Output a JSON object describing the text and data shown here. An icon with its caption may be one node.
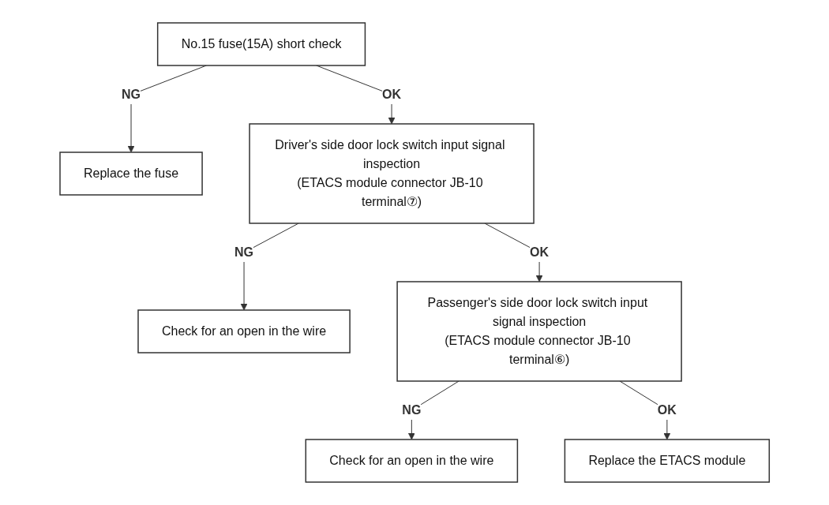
{
  "diagram": {
    "nodes": [
      {
        "text": [
          "No.15 fuse(15A) short check"
        ]
      },
      {
        "text": [
          "Replace the fuse"
        ]
      },
      {
        "text": [
          "Driver's side door lock switch input signal inspection",
          "(ETACS module connector JB-10 terminal⑦)"
        ]
      },
      {
        "text": [
          "Check for an open in the wire"
        ]
      },
      {
        "text": [
          "Passenger's side door lock switch input signal inspection",
          "(ETACS module connector JB-10 terminal⑥)"
        ]
      },
      {
        "text": [
          "Check for an open in the wire"
        ]
      },
      {
        "text": [
          "Replace the ETACS module"
        ]
      }
    ],
    "edges": [
      {
        "from": 0,
        "to": 1,
        "arrow": "to",
        "label": "NG"
      },
      {
        "from": 0,
        "to": 2,
        "arrow": "to",
        "label": "OK"
      },
      {
        "from": 2,
        "to": 3,
        "arrow": "to",
        "label": "NG"
      },
      {
        "from": 2,
        "to": 4,
        "arrow": "to",
        "label": "OK"
      },
      {
        "from": 4,
        "to": 5,
        "arrow": "to",
        "label": "NG"
      },
      {
        "from": 4,
        "to": 6,
        "arrow": "to",
        "label": "OK"
      }
    ]
  }
}
